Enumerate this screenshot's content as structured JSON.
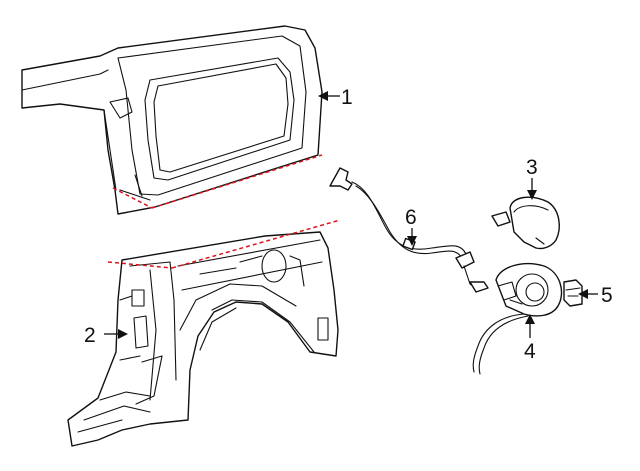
{
  "colors": {
    "line": "#111111",
    "cut_line": "#e0141b",
    "background": "#ffffff"
  },
  "callouts": [
    {
      "id": "1",
      "label": "1"
    },
    {
      "id": "2",
      "label": "2"
    },
    {
      "id": "3",
      "label": "3"
    },
    {
      "id": "4",
      "label": "4"
    },
    {
      "id": "5",
      "label": "5"
    },
    {
      "id": "6",
      "label": "6"
    }
  ]
}
